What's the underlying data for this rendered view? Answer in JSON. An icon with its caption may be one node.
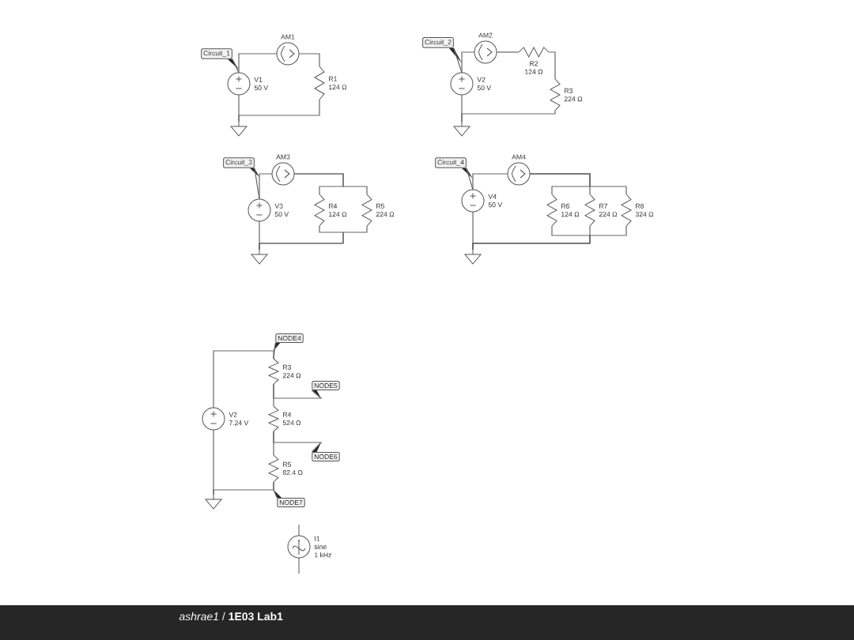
{
  "diagram": {
    "title": "*ashrae1* / **1E03 Lab1**",
    "nodes": [
      {
        "text": [
          "Circuit_1"
        ]
      },
      {
        "text": [
          "V1",
          "50 V"
        ]
      },
      {
        "text": [
          "AM1"
        ]
      },
      {
        "text": [
          "R1",
          "124 Ω"
        ]
      },
      {
        "text": [],
        "shape": "ground"
      },
      {
        "text": [
          "Circuit_2"
        ]
      },
      {
        "text": [
          "V2",
          "50 V"
        ]
      },
      {
        "text": [
          "AM2"
        ]
      },
      {
        "text": [
          "R2",
          "124 Ω"
        ]
      },
      {
        "text": [
          "R3",
          "224 Ω"
        ]
      },
      {
        "text": [],
        "shape": "ground"
      },
      {
        "text": [
          "Circuit_3"
        ]
      },
      {
        "text": [
          "V3",
          "50 V"
        ]
      },
      {
        "text": [
          "AM3"
        ]
      },
      {
        "text": [
          "R4",
          "124 Ω"
        ]
      },
      {
        "text": [
          "R5",
          "224 Ω"
        ]
      },
      {
        "text": [],
        "shape": "ground"
      },
      {
        "text": [
          "Circuit_4"
        ]
      },
      {
        "text": [
          "V4",
          "50 V"
        ]
      },
      {
        "text": [
          "AM4"
        ]
      },
      {
        "text": [
          "R6",
          "124 Ω"
        ]
      },
      {
        "text": [
          "R7",
          "224 Ω"
        ]
      },
      {
        "text": [
          "R8",
          "324 Ω"
        ]
      },
      {
        "text": [],
        "shape": "ground"
      },
      {
        "text": [
          "NODE4"
        ]
      },
      {
        "text": [
          "V2",
          "7.24 V"
        ]
      },
      {
        "text": [
          "R3",
          "224 Ω"
        ]
      },
      {
        "text": [
          "NODE5"
        ]
      },
      {
        "text": [
          "R4",
          "524 Ω"
        ]
      },
      {
        "text": [
          "NODE6"
        ]
      },
      {
        "text": [
          "R5",
          "82.4 Ω"
        ]
      },
      {
        "text": [
          "NODE7"
        ]
      },
      {
        "text": [],
        "shape": "ground"
      },
      {
        "text": [
          "I1",
          "sine",
          "1 kHz"
        ]
      }
    ],
    "edges": [
      {
        "from": 0,
        "to": 1,
        "arrow": "none"
      },
      {
        "from": 1,
        "to": 2,
        "arrow": "none"
      },
      {
        "from": 2,
        "to": 3,
        "arrow": "none"
      },
      {
        "from": 3,
        "to": 4,
        "arrow": "none"
      },
      {
        "from": 1,
        "to": 4,
        "arrow": "none"
      },
      {
        "from": 5,
        "to": 6,
        "arrow": "none"
      },
      {
        "from": 6,
        "to": 7,
        "arrow": "none"
      },
      {
        "from": 7,
        "to": 8,
        "arrow": "none"
      },
      {
        "from": 8,
        "to": 9,
        "arrow": "none"
      },
      {
        "from": 9,
        "to": 10,
        "arrow": "none"
      },
      {
        "from": 6,
        "to": 10,
        "arrow": "none"
      },
      {
        "from": 11,
        "to": 12,
        "arrow": "none"
      },
      {
        "from": 12,
        "to": 13,
        "arrow": "none"
      },
      {
        "from": 13,
        "to": 14,
        "arrow": "none"
      },
      {
        "from": 13,
        "to": 15,
        "arrow": "none"
      },
      {
        "from": 14,
        "to": 16,
        "arrow": "none"
      },
      {
        "from": 15,
        "to": 16,
        "arrow": "none"
      },
      {
        "from": 12,
        "to": 16,
        "arrow": "none"
      },
      {
        "from": 17,
        "to": 18,
        "arrow": "none"
      },
      {
        "from": 18,
        "to": 19,
        "arrow": "none"
      },
      {
        "from": 19,
        "to": 20,
        "arrow": "none"
      },
      {
        "from": 19,
        "to": 21,
        "arrow": "none"
      },
      {
        "from": 19,
        "to": 22,
        "arrow": "none"
      },
      {
        "from": 20,
        "to": 23,
        "arrow": "none"
      },
      {
        "from": 21,
        "to": 23,
        "arrow": "none"
      },
      {
        "from": 22,
        "to": 23,
        "arrow": "none"
      },
      {
        "from": 18,
        "to": 23,
        "arrow": "none"
      },
      {
        "from": 24,
        "to": 26,
        "arrow": "none"
      },
      {
        "from": 25,
        "to": 26,
        "arrow": "none"
      },
      {
        "from": 26,
        "to": 28,
        "arrow": "none"
      },
      {
        "from": 27,
        "to": 26,
        "arrow": "none"
      },
      {
        "from": 28,
        "to": 30,
        "arrow": "none"
      },
      {
        "from": 29,
        "to": 28,
        "arrow": "none"
      },
      {
        "from": 31,
        "to": 30,
        "arrow": "none"
      },
      {
        "from": 30,
        "to": 32,
        "arrow": "none"
      },
      {
        "from": 25,
        "to": 32,
        "arrow": "none"
      }
    ]
  }
}
